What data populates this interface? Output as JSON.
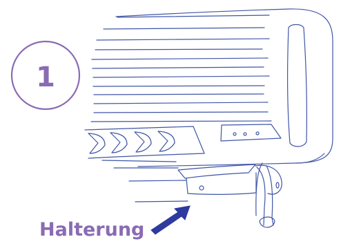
{
  "step_number": "1",
  "label": "Halterung",
  "colors": {
    "line": "#3f55a6",
    "accent": "#8a6bb3",
    "arrow": "#2e3a9e",
    "background": "#ffffff"
  },
  "icons": [
    "air-conditioner-unit",
    "mounting-bracket",
    "pointer-arrow"
  ]
}
